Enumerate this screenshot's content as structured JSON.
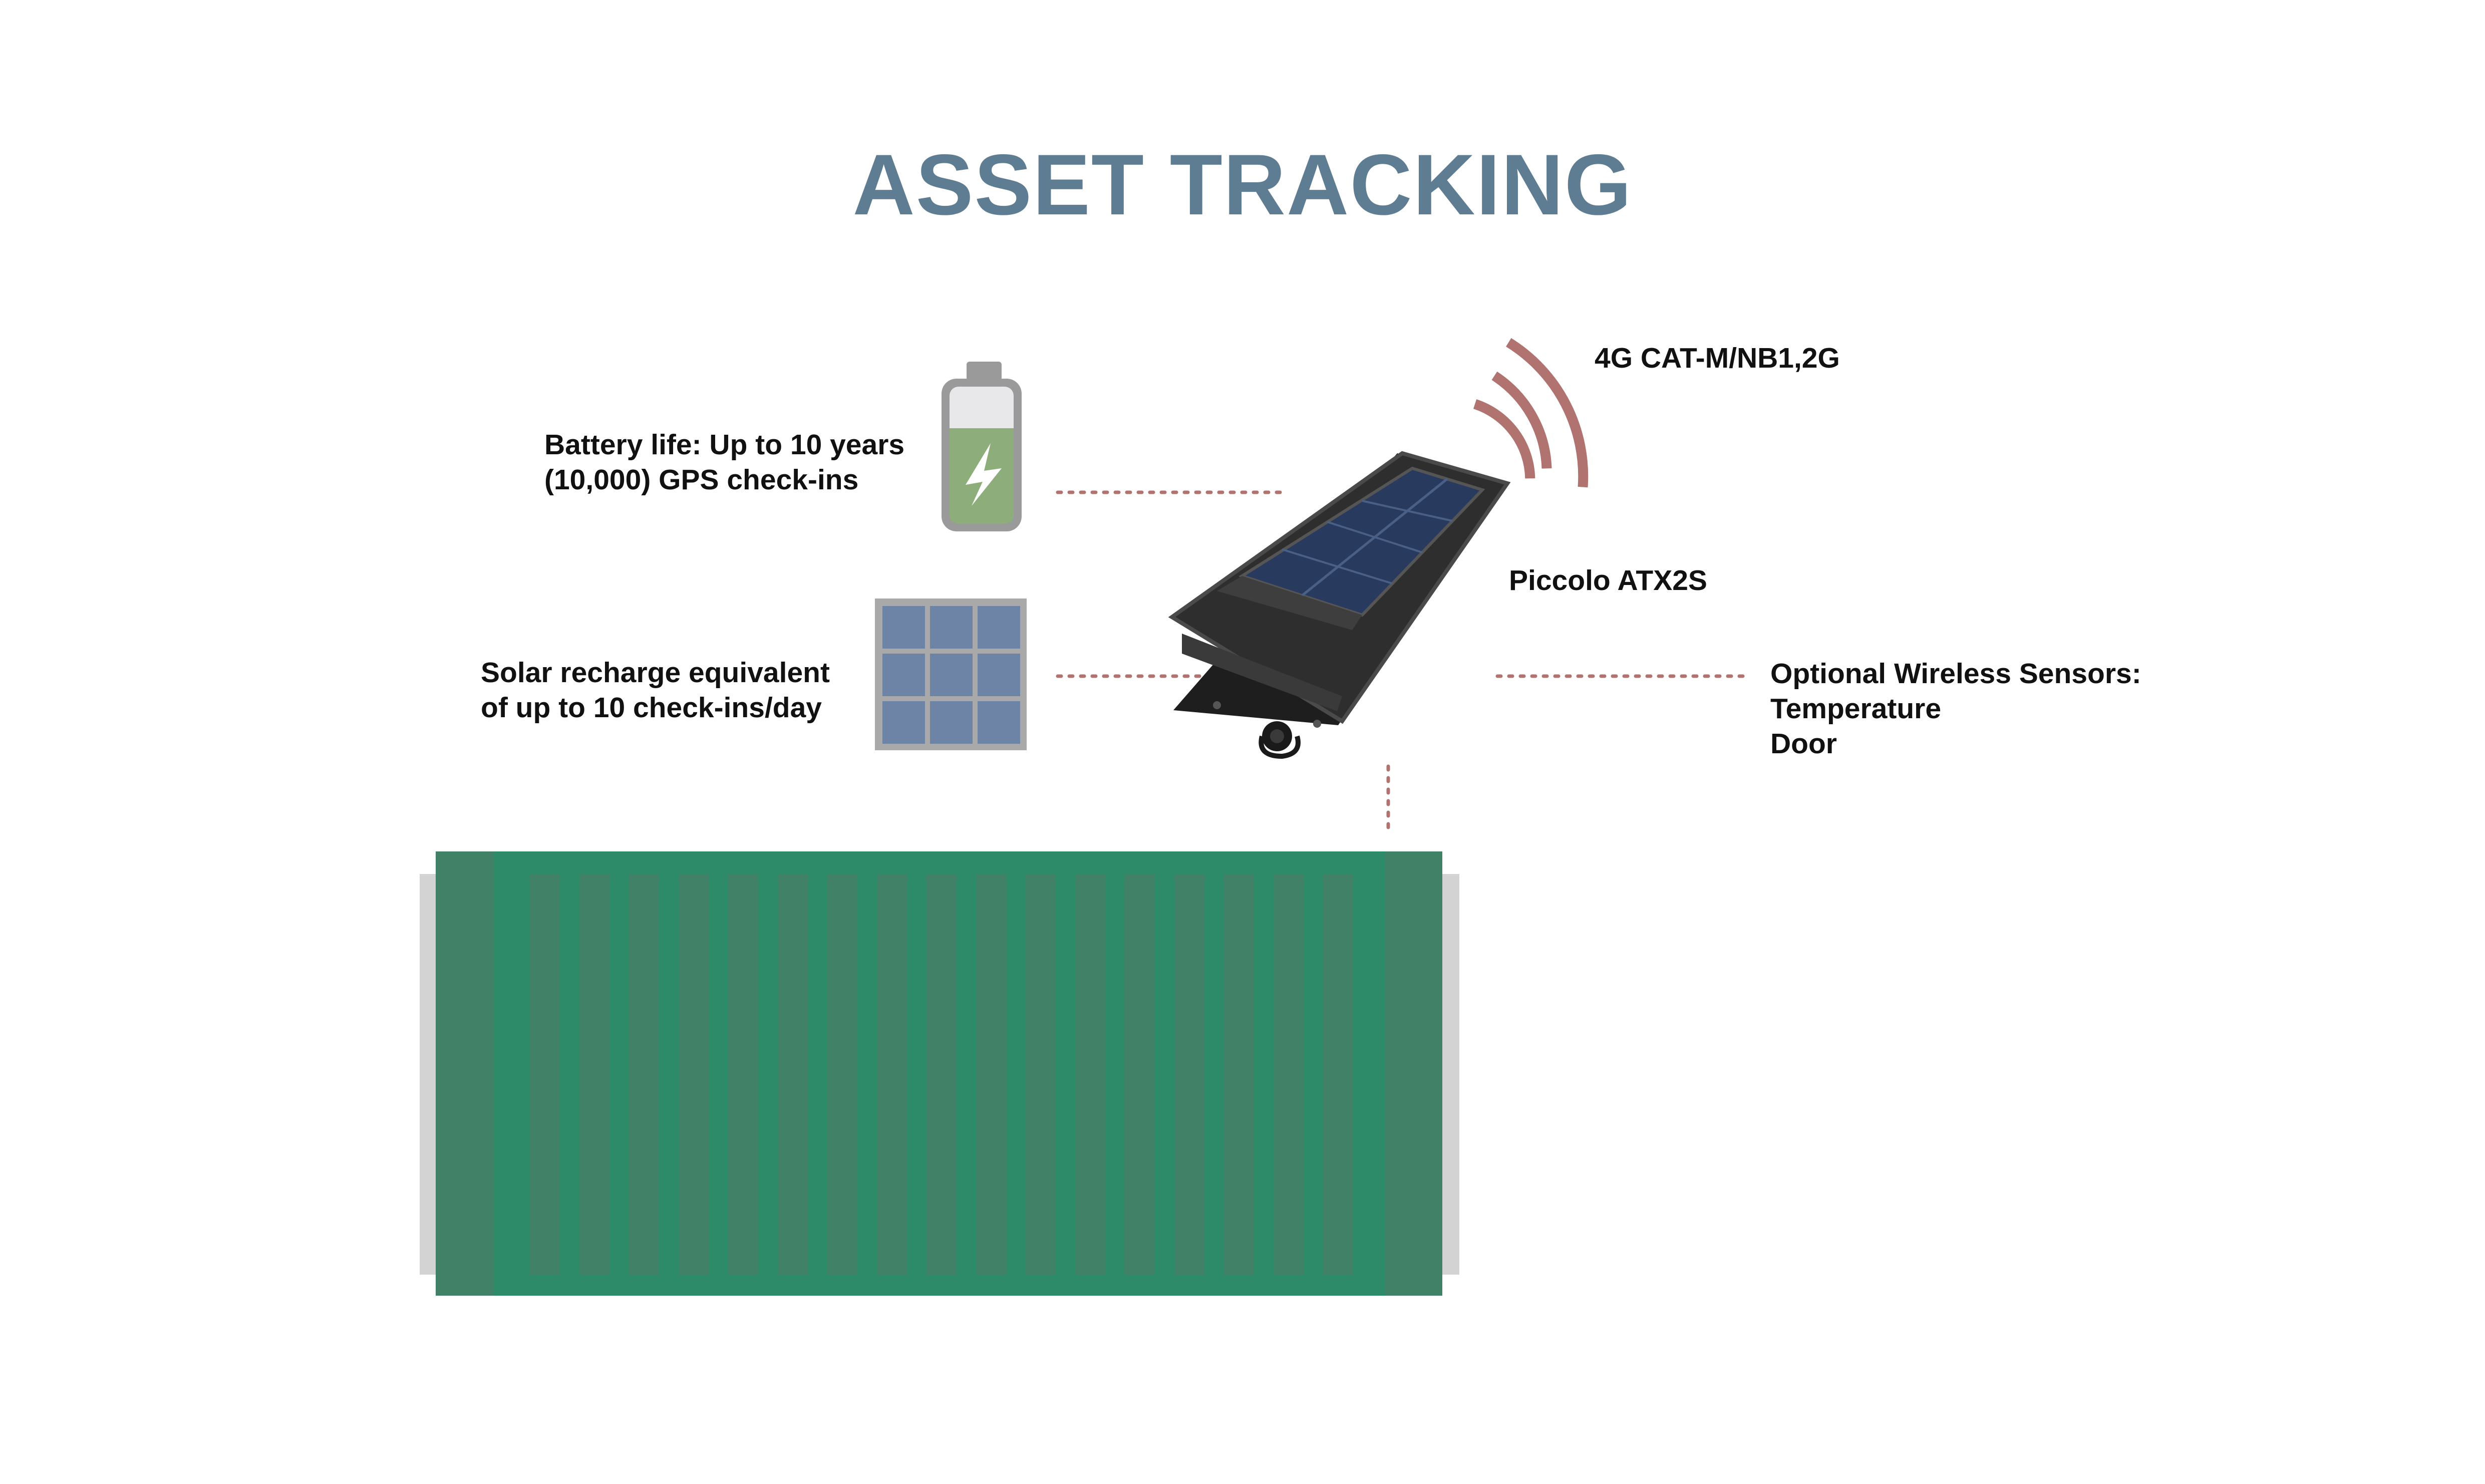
{
  "title": "ASSET TRACKING",
  "colors": {
    "title": "#5E7D92",
    "signal": "#B07370",
    "dotted_line": "#B07370",
    "container_green": "#2E8B6A",
    "container_ridge": "#408168",
    "container_end_panel": "#408168",
    "container_shadow": "#D3D3D3",
    "battery_fill": "#8DAE7A",
    "battery_top": "#E8E8EA",
    "battery_case": "#9A9A9A",
    "solar_cell": "#6E84A6",
    "solar_frame": "#A9A9A9",
    "device_body": "#2A2A2A",
    "device_panel": "#283A5E"
  },
  "icons": {
    "battery": "battery-charging-icon",
    "solar": "solar-panel-icon",
    "signal": "wireless-signal-icon",
    "device": "tracker-device-icon",
    "container": "shipping-container-icon"
  },
  "labels": {
    "battery": [
      "Battery life: Up to 10 years",
      "(10,000) GPS check-ins"
    ],
    "solar": [
      "Solar recharge equivalent",
      "of up to 10 check-ins/day"
    ],
    "network": "4G CAT-M/NB1,2G",
    "device": "Piccolo ATX2S",
    "sensors": [
      "Optional Wireless Sensors:",
      "Temperature",
      "Door"
    ]
  }
}
